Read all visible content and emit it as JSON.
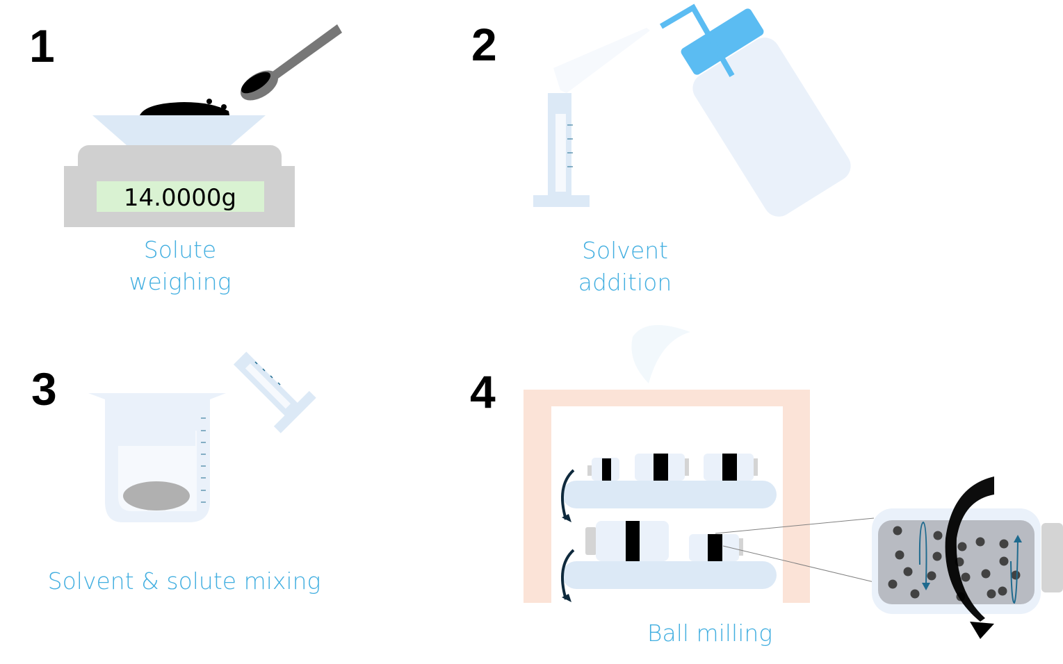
{
  "title": "Slurry preparation process",
  "colors": {
    "caption": "#41aee0",
    "glass_light": "#dce9f6",
    "glass_lighter": "#eaf1fa",
    "bottle_cap": "#5bbcf2",
    "scale_body": "#d0d0d0",
    "display_bg": "#d9f2d2",
    "oven_frame": "#fbe3d7",
    "roller": "#dce9f6",
    "arrow_dark": "#0f2a3d",
    "motion_arrow": "#1e6a8e",
    "ball": "#424242",
    "jar_inner": "#b8bbc2"
  },
  "steps": [
    {
      "number": "1",
      "caption_lines": [
        "Solute",
        "weighing"
      ],
      "scale_display": "14.0000g",
      "icons": [
        "scale-icon",
        "weighing-boat-icon",
        "spatula-icon",
        "powder-icon"
      ]
    },
    {
      "number": "2",
      "caption_lines": [
        "Solvent",
        "addition"
      ],
      "icons": [
        "wash-bottle-icon",
        "graduated-cylinder-icon",
        "spray-icon"
      ]
    },
    {
      "number": "3",
      "caption_lines": [
        "Solvent & solute mixing"
      ],
      "icons": [
        "beaker-icon",
        "graduated-cylinder-icon",
        "solute-icon"
      ]
    },
    {
      "number": "4",
      "caption_lines": [
        "Ball milling"
      ],
      "icons": [
        "roller-mill-icon",
        "milling-jar-icon",
        "rotation-arrow-icon",
        "milling-ball-icon"
      ]
    }
  ]
}
